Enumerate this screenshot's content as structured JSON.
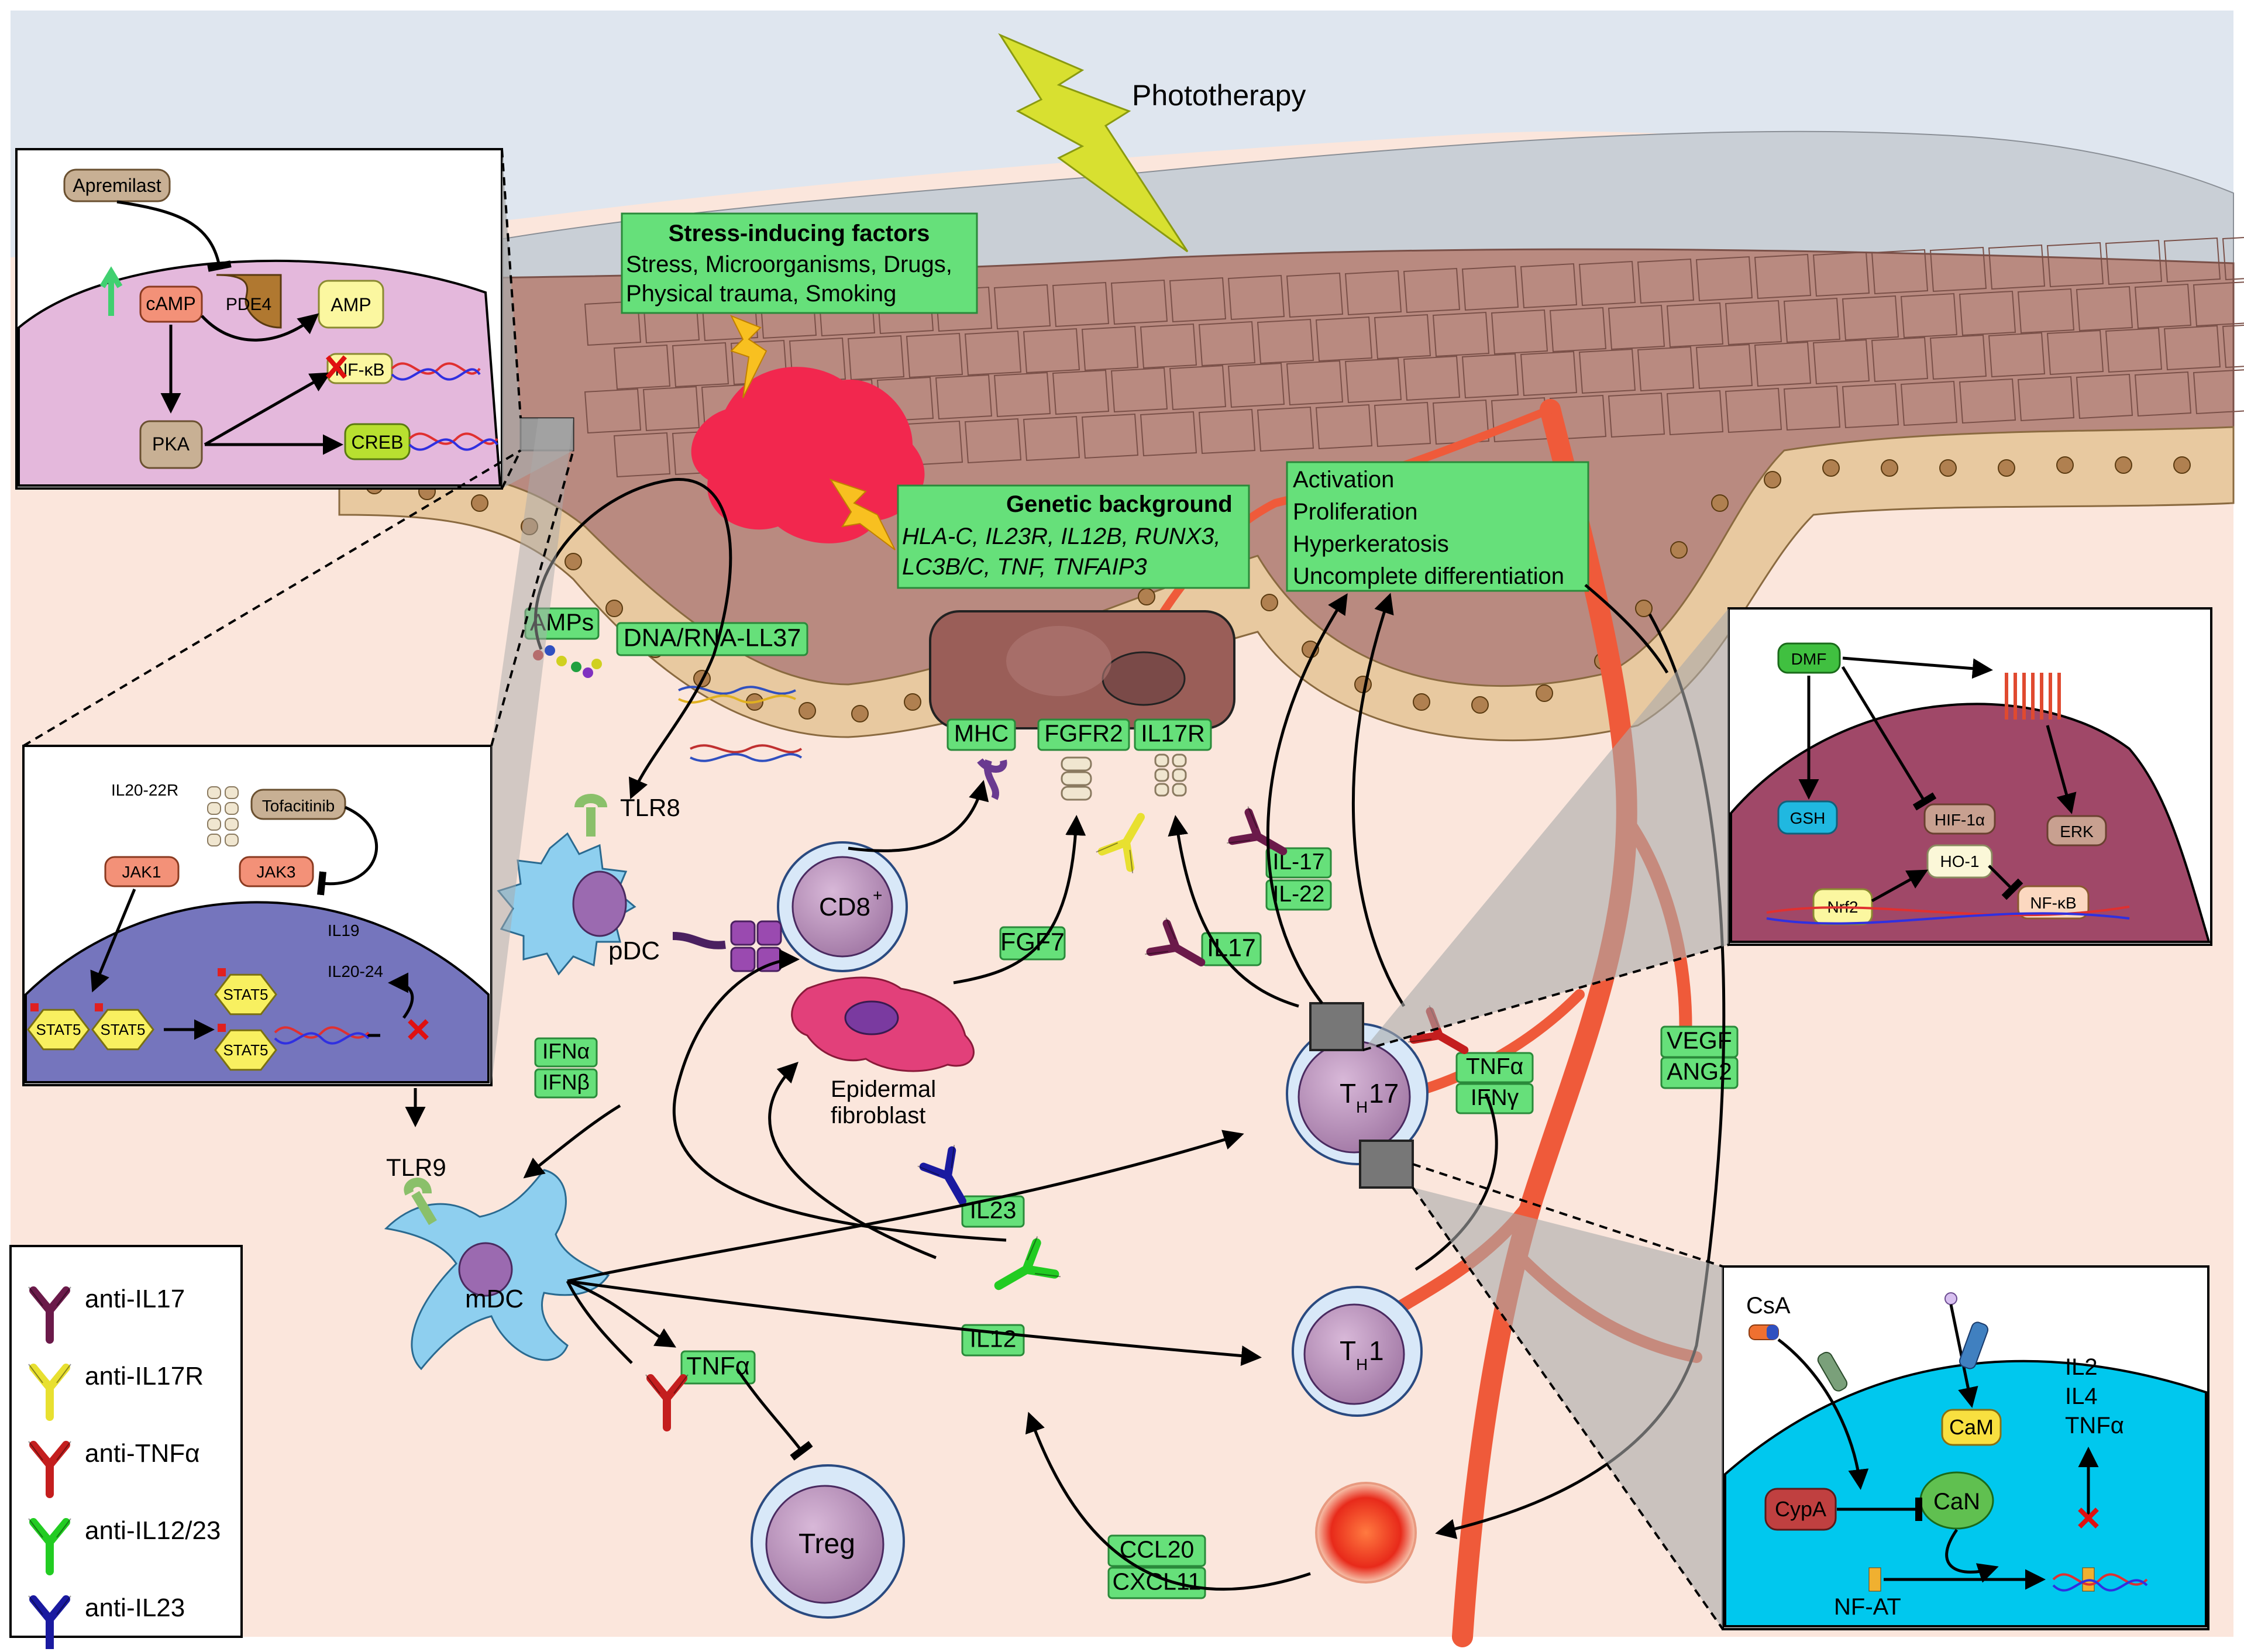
{
  "phototherapy": "Phototherapy",
  "stress": {
    "title": "Stress-inducing factors",
    "line1": "Stress, Microorganisms, Drugs,",
    "line2": "Physical trauma, Smoking"
  },
  "genetic": {
    "title": "Genetic background",
    "line1": "HLA-C, IL23R, IL12B, RUNX3,",
    "line2": "LC3B/C, TNF, TNFAIP3"
  },
  "activation": {
    "line1": "Activation",
    "line2": "Proliferation",
    "line3": "Hyperkeratosis",
    "line4": "Uncomplete differentiation"
  },
  "apremilast_panel": {
    "drug": "Apremilast",
    "camp": "cAMP",
    "pde4": "PDE4",
    "amp": "AMP",
    "nfkb": "NF-κB",
    "pka": "PKA",
    "creb": "CREB"
  },
  "tofacitinib_panel": {
    "receptor": "IL20-22R",
    "drug": "Tofacitinib",
    "jak1": "JAK1",
    "jak3": "JAK3",
    "il19": "IL19",
    "il2024": "IL20-24",
    "stat5": "STAT5"
  },
  "dmf_panel": {
    "drug": "DMF",
    "gsh": "GSH",
    "hif": "HIF-1α",
    "erk": "ERK",
    "ho1": "HO-1",
    "nrf2": "Nrf2",
    "nfkb": "NF-κB"
  },
  "csa_panel": {
    "drug": "CsA",
    "cypa": "CypA",
    "cam": "CaM",
    "can": "CaN",
    "il2": "IL2",
    "il4": "IL4",
    "tnfa": "TNFα",
    "nfat": "NF-AT"
  },
  "cells": {
    "pdc": "pDC",
    "mdc": "mDC",
    "cd8": "CD8",
    "cd8_sup": "+",
    "th17_main": "T",
    "th17_sub": "H",
    "th17_tail": "17",
    "th1_main": "T",
    "th1_sub": "H",
    "th1_tail": "1",
    "treg": "Treg",
    "fibro1": "Epidermal",
    "fibro2": "fibroblast",
    "tlr8": "TLR8",
    "tlr9": "TLR9"
  },
  "labels": {
    "amps": "AMPs",
    "dna": "DNA/RNA-LL37",
    "mhc": "MHC",
    "fgfr2": "FGFR2",
    "il17r": "IL17R",
    "ifna": "IFNα",
    "ifnb": "IFNβ",
    "fgf7": "FGF7",
    "il17": "IL17",
    "il17b": "IL-17",
    "il22": "IL-22",
    "tnfa_r": "TNFα",
    "ifng": "IFNγ",
    "vegf": "VEGF",
    "ang2": "ANG2",
    "il23": "IL23",
    "il12": "IL12",
    "tnfa_l": "TNFα",
    "ccl20": "CCL20",
    "cxcl11": "CXCL11"
  },
  "legend": [
    {
      "label": "anti-IL17",
      "color": "#6b1a4a"
    },
    {
      "label": "anti-IL17R",
      "color": "#e8e030"
    },
    {
      "label": "anti-TNFα",
      "color": "#c41e1e"
    },
    {
      "label": "anti-IL12/23",
      "color": "#22cc22"
    },
    {
      "label": "anti-IL23",
      "color": "#1a1aa0"
    }
  ],
  "colors": {
    "label_green": "#66e07a",
    "skin_bg": "#fbe6dc",
    "sky": "#dfe6ef",
    "keratinocyte": "#b98a80",
    "basal": "#e8c9a0",
    "apremilast_cell": "#e4b8dc",
    "tofacitinib_cell": "#7575bd",
    "dmf_cell": "#a04868",
    "csa_cell": "#00c8ee",
    "vessel": "#ef5a3a"
  }
}
